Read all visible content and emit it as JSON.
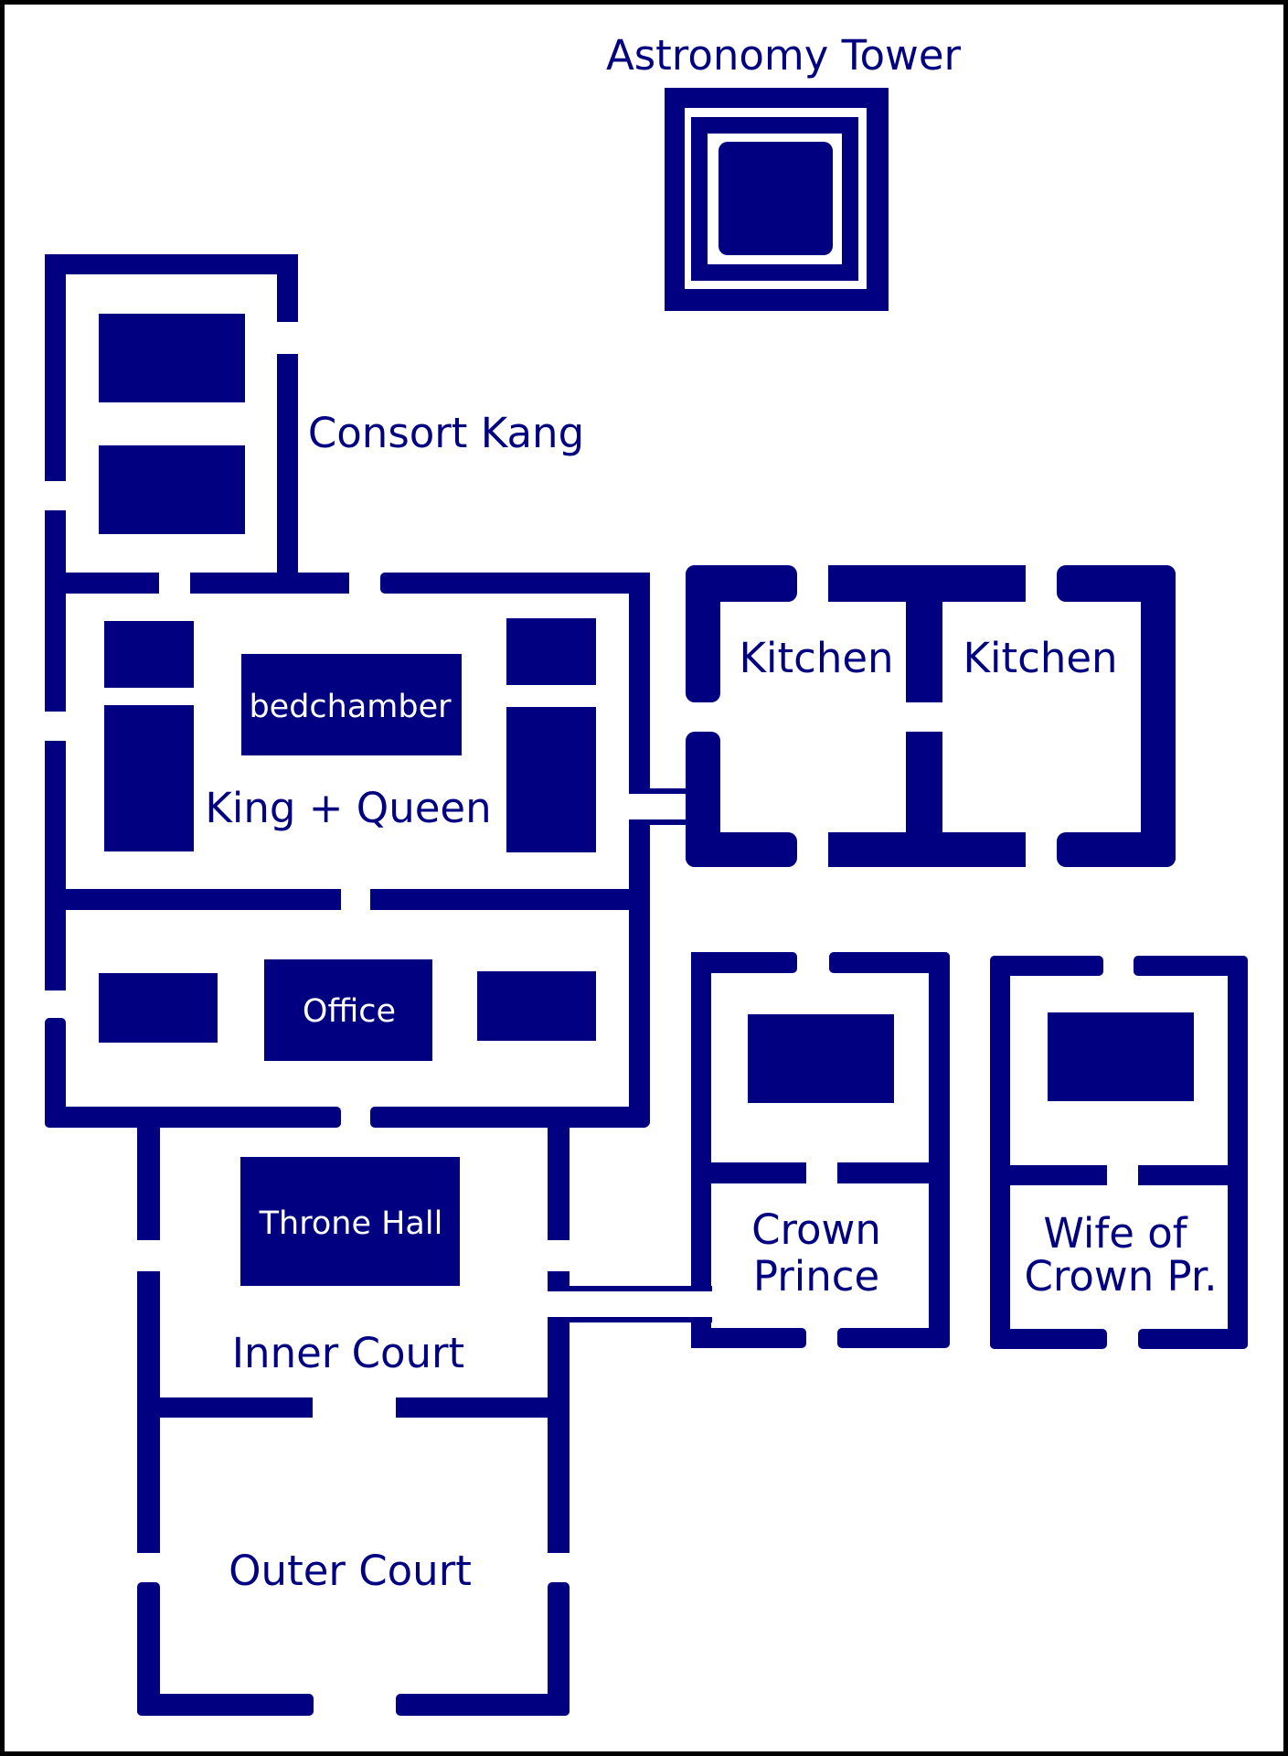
{
  "colors": {
    "wall": "#000080",
    "background": "#ffffff",
    "frame": "#000000",
    "inverse_text": "#ffffff"
  },
  "labels": {
    "astronomy_tower": "Astronomy Tower",
    "consort_kang": "Consort Kang",
    "bedchamber": "bedchamber",
    "king_queen": "King + Queen",
    "kitchen_1": "Kitchen",
    "kitchen_2": "Kitchen",
    "office": "Office",
    "throne_hall": "Throne Hall",
    "inner_court": "Inner Court",
    "outer_court": "Outer Court",
    "crown_prince_line1": "Crown",
    "crown_prince_line2": "Prince",
    "wife_line1": "Wife of",
    "wife_line2": "Crown Pr."
  }
}
